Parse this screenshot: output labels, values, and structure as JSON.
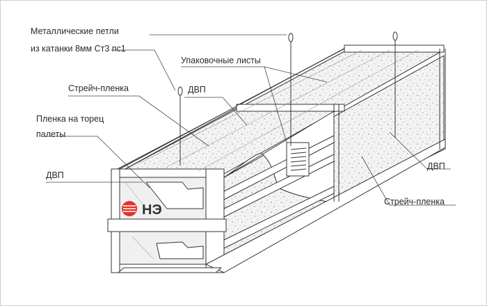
{
  "labels": {
    "loops_line1": "Металлические петли",
    "loops_line2": "из катанки 8мм Ст3 пс1",
    "packing_sheets": "Упаковочные листы",
    "stretch_film_top": "Стрейч-пленка",
    "dvp_top": "ДВП",
    "end_film_line1": "Пленка на торец",
    "end_film_line2": "палеты",
    "dvp_left": "ДВП",
    "dvp_right": "ДВП",
    "stretch_film_right": "Стрейч-пленка"
  },
  "logo": {
    "text": "НЭ",
    "color": "#e3312c"
  }
}
